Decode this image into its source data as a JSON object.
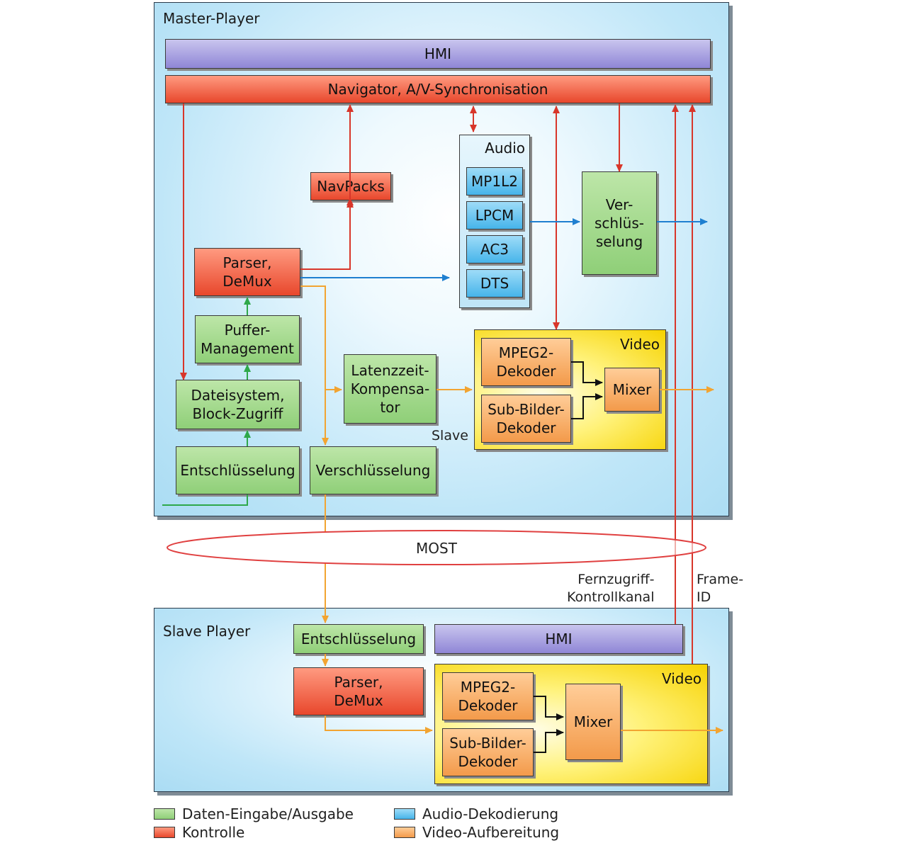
{
  "master": {
    "title": "Master-Player",
    "hmi": "HMI",
    "navigator": "Navigator, A/V-Synchronisation",
    "navpacks": "NavPacks",
    "parser": "Parser,\nDeMux",
    "puffer": "Puffer-\nManagement",
    "dateisystem": "Dateisystem,\nBlock-Zugriff",
    "entschluesselung": "Entschlüsselung",
    "verschluesselung": "Verschlüsselung",
    "latenz": "Latenzzeit-\nKompensa-\ntor",
    "audio": {
      "label": "Audio",
      "codecs": [
        "MP1L2",
        "LPCM",
        "AC3",
        "DTS"
      ]
    },
    "ver_schluesselung": "Ver-\nschlüs-\nselung",
    "video": {
      "label": "Video",
      "mpeg2": "MPEG2-\nDekoder",
      "subbilder": "Sub-Bilder-\nDekoder",
      "mixer": "Mixer"
    },
    "slave_label": "Slave"
  },
  "most": "MOST",
  "fernzugriff": "Fernzugriff-\nKontrollkanal",
  "frameid": "Frame-\nID",
  "slave": {
    "title": "Slave Player",
    "entschluesselung": "Entschlüsselung",
    "hmi": "HMI",
    "parser": "Parser,\nDeMux",
    "video": {
      "label": "Video",
      "mpeg2": "MPEG2-\nDekoder",
      "subbilder": "Sub-Bilder-\nDekoder",
      "mixer": "Mixer"
    }
  },
  "legend": [
    {
      "label": "Daten-Eingabe/Ausgabe",
      "color": "#8fcf78"
    },
    {
      "label": "Kontrolle",
      "color": "#e8472c"
    },
    {
      "label": "Audio-Dekodierung",
      "color": "#46b4ea"
    },
    {
      "label": "Video-Aufbereitung",
      "color": "#f39a4a"
    }
  ],
  "colors": {
    "data_io": "#2ea84a",
    "control": "#d8362a",
    "audio": "#1f7fd0",
    "video": "#f2a431",
    "most_ring": "#e04040"
  }
}
